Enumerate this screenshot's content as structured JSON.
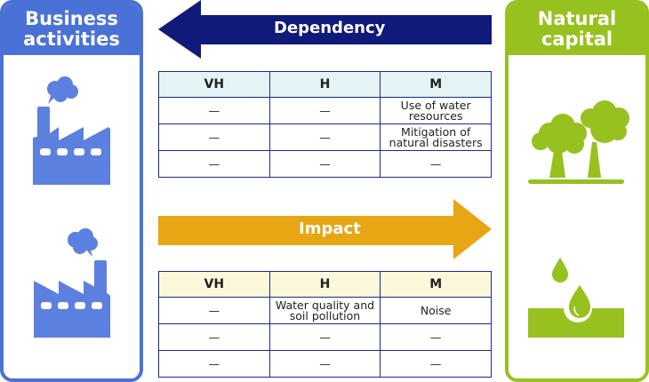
{
  "left_panel": {
    "title_line1": "Business",
    "title_line2": "activities"
  },
  "right_panel": {
    "title_line1": "Natural",
    "title_line2": "capital"
  },
  "dependency": {
    "label": "Dependency",
    "headers": [
      "VH",
      "H",
      "M"
    ],
    "rows": [
      [
        "—",
        "—",
        "Use of water resources"
      ],
      [
        "—",
        "—",
        "Mitigation of natural disasters"
      ],
      [
        "—",
        "—",
        "—"
      ]
    ]
  },
  "impact": {
    "label": "Impact",
    "headers": [
      "VH",
      "H",
      "M"
    ],
    "rows": [
      [
        "—",
        "Water quality and soil pollution",
        "Noise"
      ],
      [
        "—",
        "—",
        "—"
      ],
      [
        "—",
        "—",
        "—"
      ]
    ]
  },
  "colors": {
    "business": "#4a72d6",
    "nature": "#97c11f",
    "dependency": "#0f1a7a",
    "impact": "#e8a514"
  }
}
